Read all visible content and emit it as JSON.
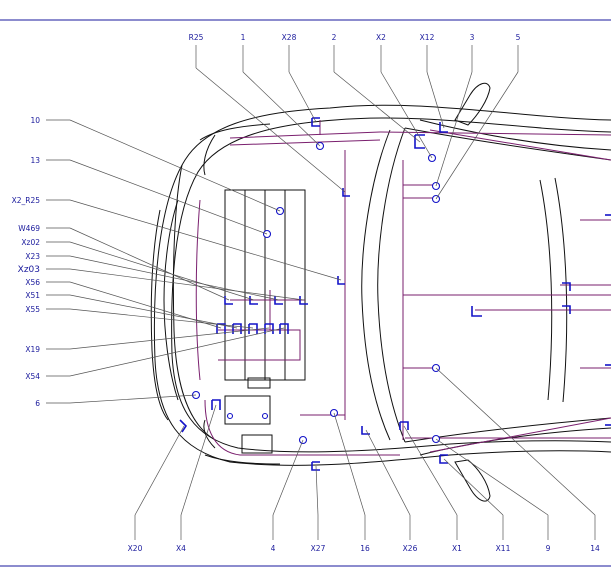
{
  "labels": {
    "top": [
      "R25",
      "1",
      "X28",
      "2",
      "X2",
      "X12",
      "3",
      "5"
    ],
    "left": [
      "10",
      "13",
      "X2_R25",
      "W469",
      "Xz02",
      "X23",
      "Xz03",
      "X56",
      "X51",
      "X55",
      "X19",
      "X54",
      "6"
    ],
    "bottom": [
      "X20",
      "X4",
      "4",
      "X27",
      "16",
      "X26",
      "X1",
      "X11",
      "9",
      "14"
    ]
  },
  "colors": {
    "frame": "#1a1a9c",
    "label": "#1a1a9c",
    "body": "#111111",
    "wire": "#7a1f6e",
    "connector": "#1414c8"
  }
}
